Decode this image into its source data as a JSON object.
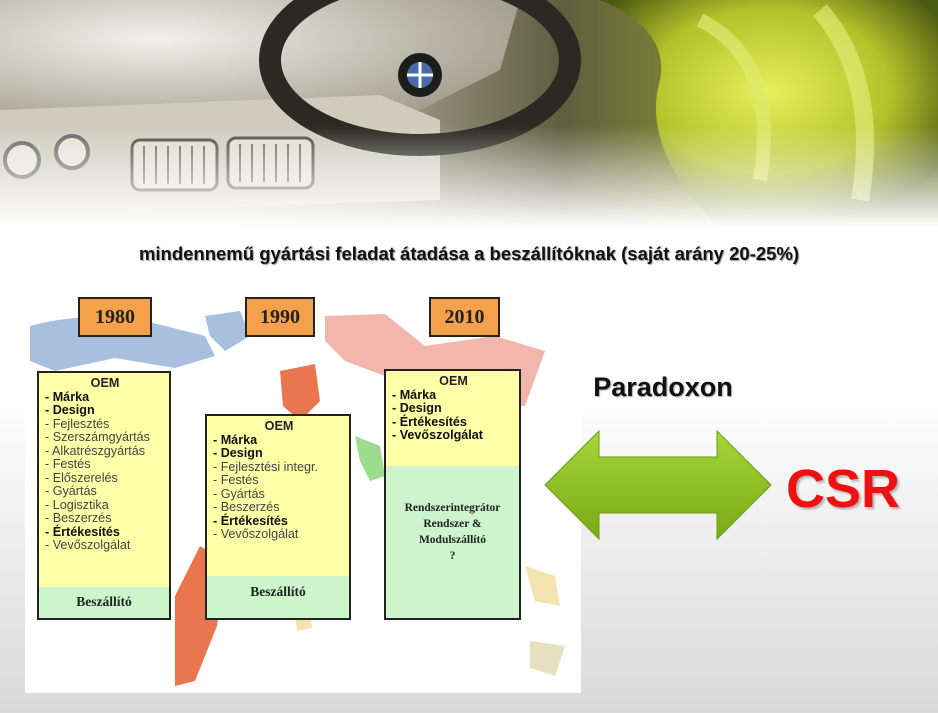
{
  "banner": {
    "alt": "car interior banner"
  },
  "subtitle": "mindennemű gyártási feladat átadása a beszállítóknak (saját arány 20-25%)",
  "columns": [
    {
      "year": "1980",
      "title": "OEM",
      "items": [
        {
          "text": "- Márka",
          "bold": true
        },
        {
          "text": "- Design",
          "bold": true
        },
        {
          "text": "- Fejlesztés",
          "bold": false
        },
        {
          "text": "- Szerszámgyártás",
          "bold": false
        },
        {
          "text": "- Alkatrészgyártás",
          "bold": false
        },
        {
          "text": "- Festés",
          "bold": false
        },
        {
          "text": "- Előszerelés",
          "bold": false
        },
        {
          "text": "- Gyártás",
          "bold": false
        },
        {
          "text": "- Logisztika",
          "bold": false
        },
        {
          "text": "- Beszerzés",
          "bold": false
        },
        {
          "text": "- Értékesítés",
          "bold": true
        },
        {
          "text": "- Vevőszolgálat",
          "bold": false
        }
      ],
      "supplier": "Beszállító"
    },
    {
      "year": "1990",
      "title": "OEM",
      "items": [
        {
          "text": "- Márka",
          "bold": true
        },
        {
          "text": "- Design",
          "bold": true
        },
        {
          "text": "- Fejlesztési integr.",
          "bold": false
        },
        {
          "text": "- Festés",
          "bold": false
        },
        {
          "text": "- Gyártás",
          "bold": false
        },
        {
          "text": "- Beszerzés",
          "bold": false
        },
        {
          "text": "- Értékesítés",
          "bold": true
        },
        {
          "text": "- Vevőszolgálat",
          "bold": false
        }
      ],
      "supplier": "Beszállító"
    },
    {
      "year": "2010",
      "title": "OEM",
      "items": [
        {
          "text": "- Márka",
          "bold": true
        },
        {
          "text": "- Design",
          "bold": true
        },
        {
          "text": "- Értékesítés",
          "bold": true
        },
        {
          "text": "- Vevőszolgálat",
          "bold": true
        }
      ],
      "supplier_lines": [
        "Rendszerintegrátor",
        "Rendszer &",
        "Modulszállító",
        "?"
      ]
    }
  ],
  "paradox": "Paradoxon",
  "csr": "CSR",
  "colors": {
    "year_box": "#f5a04b",
    "oem_box": "#ffffa8",
    "supplier_box": "#ccf5cc",
    "arrow": "#8dc21f",
    "csr": "#ee1111"
  }
}
